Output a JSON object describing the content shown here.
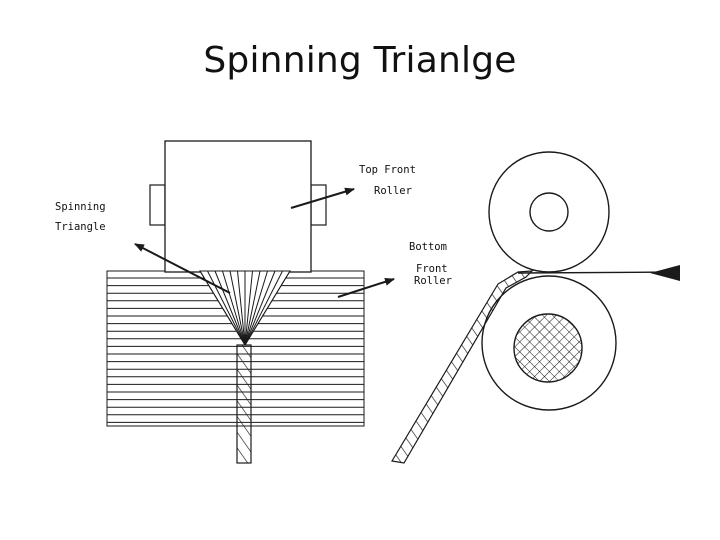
{
  "title": "Spinning Trianlge",
  "labels": {
    "top_front": "Top Front",
    "top_roller": "Roller",
    "spinning": "Spinning",
    "triangle": "Triangle",
    "bottom": "Bottom",
    "front": "Front",
    "bottom_roller": "Roller"
  },
  "colors": {
    "ink": "#1a1a1a",
    "background": "#ffffff"
  }
}
